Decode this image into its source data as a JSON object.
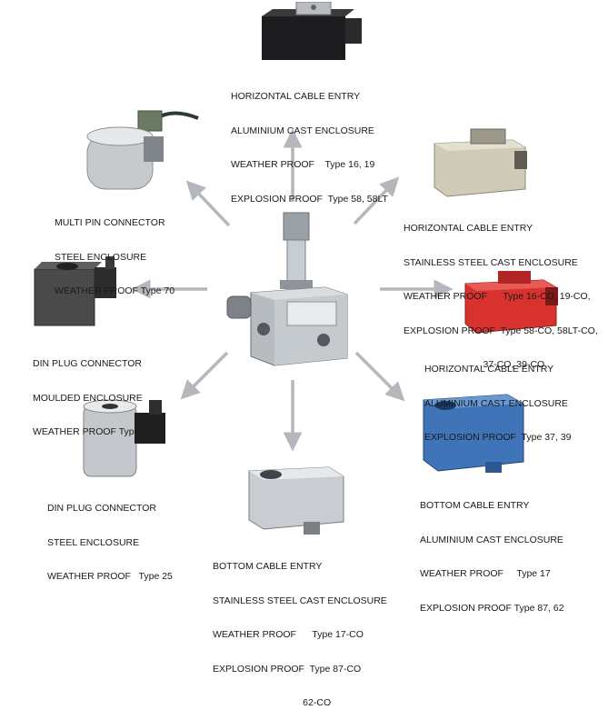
{
  "products": {
    "top": {
      "lines": [
        "HORIZONTAL CABLE ENTRY",
        "ALUMINIUM CAST ENCLOSURE",
        "WEATHER PROOF    Type 16, 19",
        "EXPLOSION PROOF  Type 58, 58LT"
      ]
    },
    "top_left": {
      "lines": [
        "MULTI PIN CONNECTOR",
        "STEEL ENCLOSURE",
        "WEATHER PROOF Type 70"
      ]
    },
    "top_right": {
      "lines": [
        "HORIZONTAL CABLE ENTRY",
        "STAINLESS STEEL CAST ENCLOSURE",
        "WEATHER PROOF      Type 16-CO, 19-CO,",
        "EXPLOSION PROOF  Type 58-CO, 58LT-CO,",
        "                              37-CO, 39-CO"
      ]
    },
    "left": {
      "lines": [
        "DIN PLUG CONNECTOR",
        "MOULDED ENCLOSURE",
        "WEATHER PROOF Type 22"
      ]
    },
    "right": {
      "lines": [
        "HORIZONTAL CABLE ENTRY",
        "ALUMINIUM CAST ENCLOSURE",
        "EXPLOSION PROOF  Type 37, 39"
      ]
    },
    "bottom_left": {
      "lines": [
        "DIN PLUG CONNECTOR",
        "STEEL ENCLOSURE",
        "WEATHER PROOF   Type 25"
      ]
    },
    "bottom_right": {
      "lines": [
        "BOTTOM CABLE ENTRY",
        "ALUMINIUM CAST ENCLOSURE",
        "WEATHER PROOF     Type 17",
        "EXPLOSION PROOF Type 87, 62"
      ]
    },
    "bottom": {
      "lines": [
        "BOTTOM CABLE ENTRY",
        "STAINLESS STEEL CAST ENCLOSURE",
        "WEATHER PROOF      Type 17-CO",
        "EXPLOSION PROOF  Type 87-CO",
        "                                  62-CO"
      ]
    }
  },
  "colors": {
    "arrow": "#b4b8bd",
    "text": "#1a1a1a",
    "red_enclosure": "#d8322f",
    "blue_enclosure": "#3f74b8",
    "beige_enclosure": "#cfcbb8",
    "black_enclosure": "#1d1d1f",
    "grey_enclosure": "#4a4a4a",
    "steel": "#c9ccd0"
  }
}
